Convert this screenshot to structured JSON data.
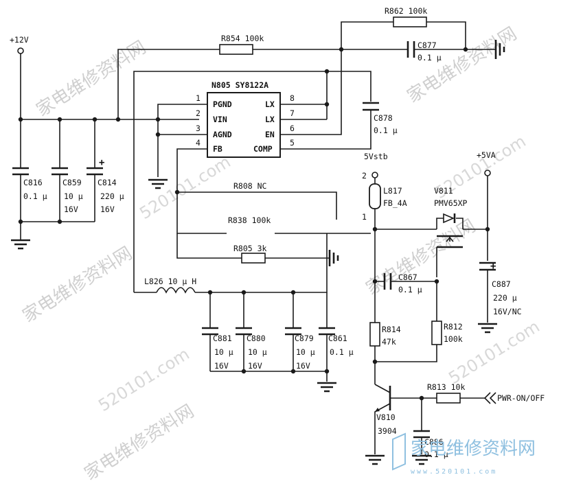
{
  "power": {
    "v12": "+12V",
    "v5va": "+5VA",
    "v5stb": "5Vstb",
    "pwr_on": "PWR-ON/OFF"
  },
  "ic": {
    "title": "N805 SY8122A",
    "pins_left": [
      {
        "num": "1",
        "name": "PGND"
      },
      {
        "num": "2",
        "name": "VIN"
      },
      {
        "num": "3",
        "name": "AGND"
      },
      {
        "num": "4",
        "name": "FB"
      }
    ],
    "pins_right": [
      {
        "num": "8",
        "name": "LX"
      },
      {
        "num": "7",
        "name": "LX"
      },
      {
        "num": "6",
        "name": "EN"
      },
      {
        "num": "5",
        "name": "COMP"
      }
    ]
  },
  "resistors": {
    "r862": "R862 100k",
    "r854": "R854 100k",
    "r808": "R808 NC",
    "r838": "R838 100k",
    "r805": "R805 3k",
    "r814a": "R814",
    "r814b": "47k",
    "r812a": "R812",
    "r812b": "100k",
    "r813": "R813 10k"
  },
  "capacitors": {
    "c877a": "C877",
    "c877b": "0.1 μ",
    "c878a": "C878",
    "c878b": "0.1 μ",
    "c816a": "C816",
    "c816b": "0.1 μ",
    "c859a": "C859",
    "c859b": "10 μ",
    "c859c": "16V",
    "c814a": "C814",
    "c814b": "220 μ",
    "c814c": "16V",
    "c867a": "C867",
    "c867b": "0.1 μ",
    "c887a": "C887",
    "c887b": "220 μ",
    "c887c": "16V/NC",
    "c881a": "C881",
    "c881b": "10 μ",
    "c881c": "16V",
    "c880a": "C880",
    "c880b": "10 μ",
    "c880c": "16V",
    "c879a": "C879",
    "c879b": "10 μ",
    "c879c": "16V",
    "c861a": "C861",
    "c861b": "0.1 μ",
    "c886a": "C886",
    "c886b": "0.1 μ"
  },
  "inductors": {
    "l826": "L826 10 μ H",
    "l817a": "L817",
    "l817b": "FB_4A",
    "pin2": "2",
    "pin1": "1"
  },
  "semis": {
    "v811a": "V811",
    "v811b": "PMV65XP",
    "v810a": "V810",
    "v810b": "3904"
  },
  "watermark": {
    "text": "家电维修资料网",
    "url": "520101.com",
    "logo": "家电维修资料网",
    "logo_url": "www.520101.com"
  }
}
